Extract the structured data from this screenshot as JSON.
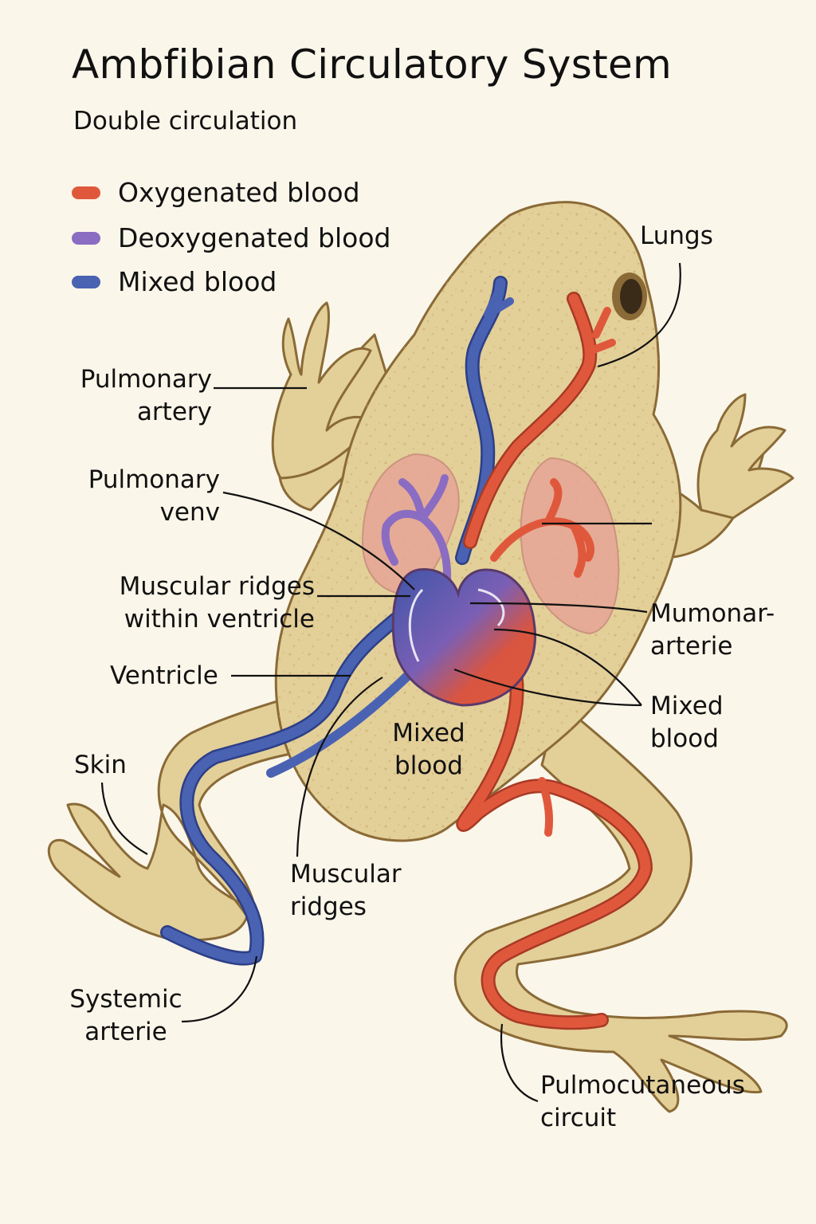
{
  "title": "Ambfibian Circulatory System",
  "subtitle": "Double circulation",
  "legend": [
    {
      "label": "Oxygenated blood",
      "color": "#e0583c"
    },
    {
      "label": "Deoxygenated blood",
      "color": "#8a6cc2"
    },
    {
      "label": "Mixed blood",
      "color": "#4a62b2"
    }
  ],
  "labels": {
    "lungs": "Lungs",
    "pulmonary_artery": [
      "Pulmonary",
      "artery"
    ],
    "pulmonary_vein": [
      "Pulmonary",
      "venv"
    ],
    "muscular_ridges_ventricle": [
      "Muscular ridges",
      "within ventricle"
    ],
    "ventricle": "Ventricle",
    "skin": "Skin",
    "mixed_blood_center": [
      "Mixed",
      "blood"
    ],
    "muscular_ridges": [
      "Muscular",
      "ridges"
    ],
    "systemic_arterie": [
      "Systemic",
      "arterie"
    ],
    "mumonar_arterie": [
      "Mumonar-",
      "arterie"
    ],
    "mixed_blood_right": [
      "Mixed",
      "blood"
    ],
    "pulmocutaneous_circuit": [
      "Pulmocutaneous",
      "circuit"
    ]
  },
  "colors": {
    "background": "#fbf6ea",
    "skin": "#e3cf98",
    "outline": "#8a6a36",
    "lung": "#e6a596",
    "oxygenated": "#e0583c",
    "deoxygenated": "#8a6cc2",
    "mixed": "#4a62b2"
  }
}
